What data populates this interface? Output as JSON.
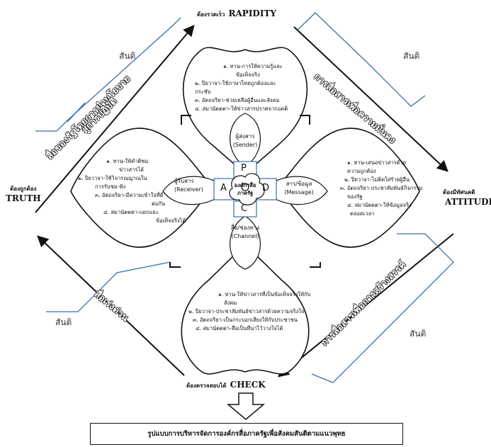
{
  "corners": {
    "top": {
      "thai": "ต้องรวดเร็ว",
      "en": "RAPIDITY"
    },
    "right": {
      "thai": "ต้องมีทัศนคติ",
      "en": "ATTITUDE"
    },
    "bottom": {
      "thai": "ต้องตรวจสอบได้",
      "en": "CHECK"
    },
    "left": {
      "thai": "ต้องถูกต้อง",
      "en": "TRUTH"
    }
  },
  "diagonals": {
    "top_left": [
      "สื่อของรัฐโดยการนำนโยบาย",
      "สู่การปฏิบัติ"
    ],
    "top_right": "การสื่อสารเพื่อความมั่นคง",
    "bottom_left": "สื่อเร่งด่วน",
    "bottom_right": "การสื่อสารเพื่อการสร้างสรรค์"
  },
  "santi_label": "สันติ",
  "petals": {
    "top": {
      "lines": [
        "๑. ทาน-การให้ความรู้และ",
        "ข้อเท็จจริง",
        "๒. ปิยวาจา-ใช้ภาษาไทยถูกต้องและ",
        "กระชับ",
        "๓. อัตถจริยา-ช่วยเหลือผู้อื่นและสังคม",
        "๔. สมานัตตตา-ให้ข่าวสารปราศจากอคติ"
      ]
    },
    "left": {
      "lines": [
        "๑. ทาน-ให้คำติชม",
        "ข่าวสารได้",
        "๒. ปิยวาจา-ใช้วิจารณญาณใน",
        "การรับชม-ฟัง",
        "๓. อัตถจริยา-มีความเข้าใจที่ดี",
        "ต่อกัน",
        "๔. สมานัตตตา-แยกแยะ",
        "ข้อเท็จจริงได้"
      ]
    },
    "right": {
      "lines": [
        "๑. ทาน-เสนอข่าวสารด้วย",
        "ความถูกต้อง",
        "๒. ปิยวาจา-ไม่ติดใส่ร้ายผู้อื่น",
        "๓. อัตถจริยา-ประชาสัมพันธ์กิจกรรม",
        "ของรัฐ",
        "๔. สมานัตตตา-ให้ข้อมูลจริง",
        "ตลอดเวลา"
      ]
    },
    "bottom": {
      "lines": [
        "๑. ทาน-ให้ข่าวสารที่เป็นข้อเท็จจริงให้กับ",
        "สังคม",
        "๒. ปิยวาจา-ประชาสัมพันธ์ข่าวสารด้วยความจริงใจ",
        "๓. อัตถจริยา-เป็นกระบอกเสียงให้กับประชาชน",
        "๔. สมานัตตตา-สื่อเป็นที่น่าไว้วางใจได้"
      ]
    }
  },
  "center": {
    "sender": [
      "ผู้ส่งสาร",
      "(Sender)"
    ],
    "receiver": [
      "ผู้รับสาร",
      "(Receiver)"
    ],
    "message": [
      "สาร/ข้อมูล",
      "(Message)"
    ],
    "channel": [
      "สื่อ/ช่องทาง",
      "(Channel)"
    ],
    "core": [
      "องค์กรสื่อ",
      "ภาครัฐ"
    ],
    "letters": {
      "p": "P",
      "a": "A",
      "d": "D",
      "c": "C"
    }
  },
  "caption": "รูปแบบการบริหารจัดการองค์กรสื่อภาครัฐเพื่อสังคมสันติตามแนวพุทธ"
}
